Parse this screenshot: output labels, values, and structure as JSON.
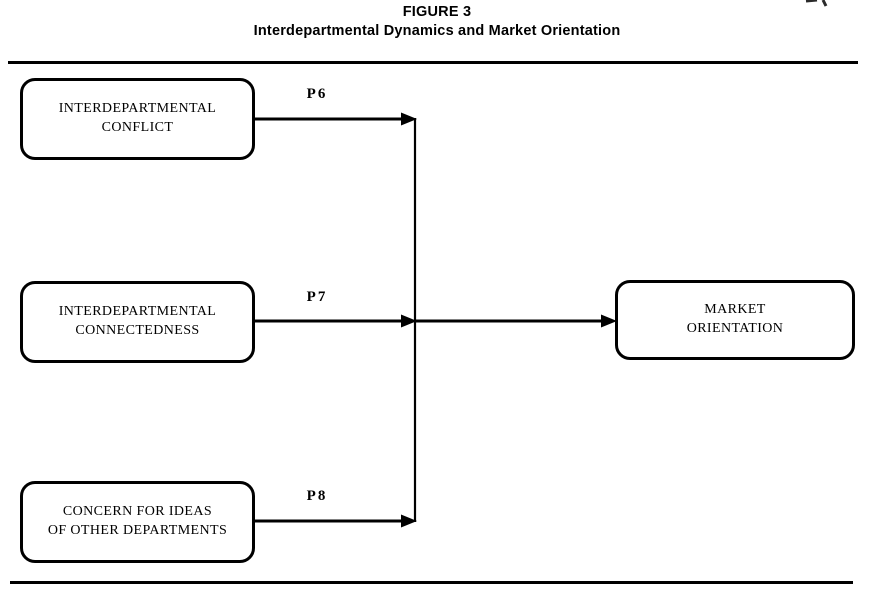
{
  "figure": {
    "number": "FIGURE 3",
    "title": "Interdepartmental Dynamics and Market Orientation"
  },
  "diagram": {
    "type": "path-diagram",
    "nodes": [
      {
        "id": "interdepartmental-conflict",
        "label_line1": "INTERDEPARTMENTAL",
        "label_line2": "CONFLICT"
      },
      {
        "id": "interdepartmental-connectedness",
        "label_line1": "INTERDEPARTMENTAL",
        "label_line2": "CONNECTEDNESS"
      },
      {
        "id": "concern-for-ideas",
        "label_line1": "CONCERN FOR IDEAS",
        "label_line2": "OF OTHER DEPARTMENTS"
      },
      {
        "id": "market-orientation",
        "label_line1": "MARKET",
        "label_line2": "ORIENTATION"
      }
    ],
    "edges": [
      {
        "from": "interdepartmental-conflict",
        "to": "market-orientation",
        "label": "P6"
      },
      {
        "from": "interdepartmental-connectedness",
        "to": "market-orientation",
        "label": "P7"
      },
      {
        "from": "concern-for-ideas",
        "to": "market-orientation",
        "label": "P8"
      }
    ]
  },
  "colors": {
    "ink": "#000000",
    "paper": "#ffffff"
  }
}
